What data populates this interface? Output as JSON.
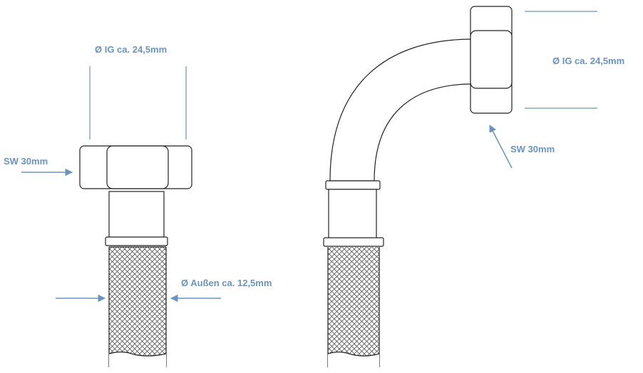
{
  "colors": {
    "accent": "#6a94c0",
    "outline": "#222222",
    "mesh": "#555555"
  },
  "labels": {
    "straight_inner_diameter": "Ø IG ca. 24,5mm",
    "straight_wrench_size": "SW 30mm",
    "outer_diameter": "Ø Außen ca. 12,5mm",
    "bent_inner_diameter": "Ø IG ca. 24,5mm",
    "bent_wrench_size": "SW 30mm"
  }
}
